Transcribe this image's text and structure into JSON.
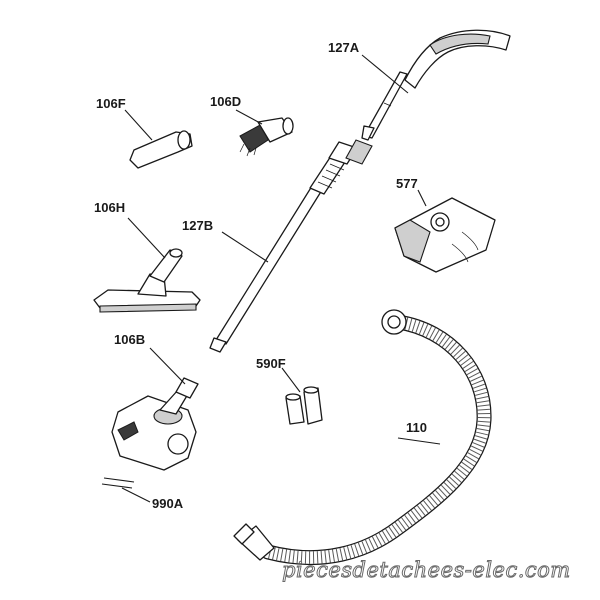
{
  "labels": {
    "p127a": "127A",
    "p106f": "106F",
    "p106d": "106D",
    "p127b": "127B",
    "p577": "577",
    "p106h": "106H",
    "p106b": "106B",
    "p590f": "590F",
    "p110": "110",
    "p990a": "990A"
  },
  "watermark": "piecesdetachees-elec.com"
}
